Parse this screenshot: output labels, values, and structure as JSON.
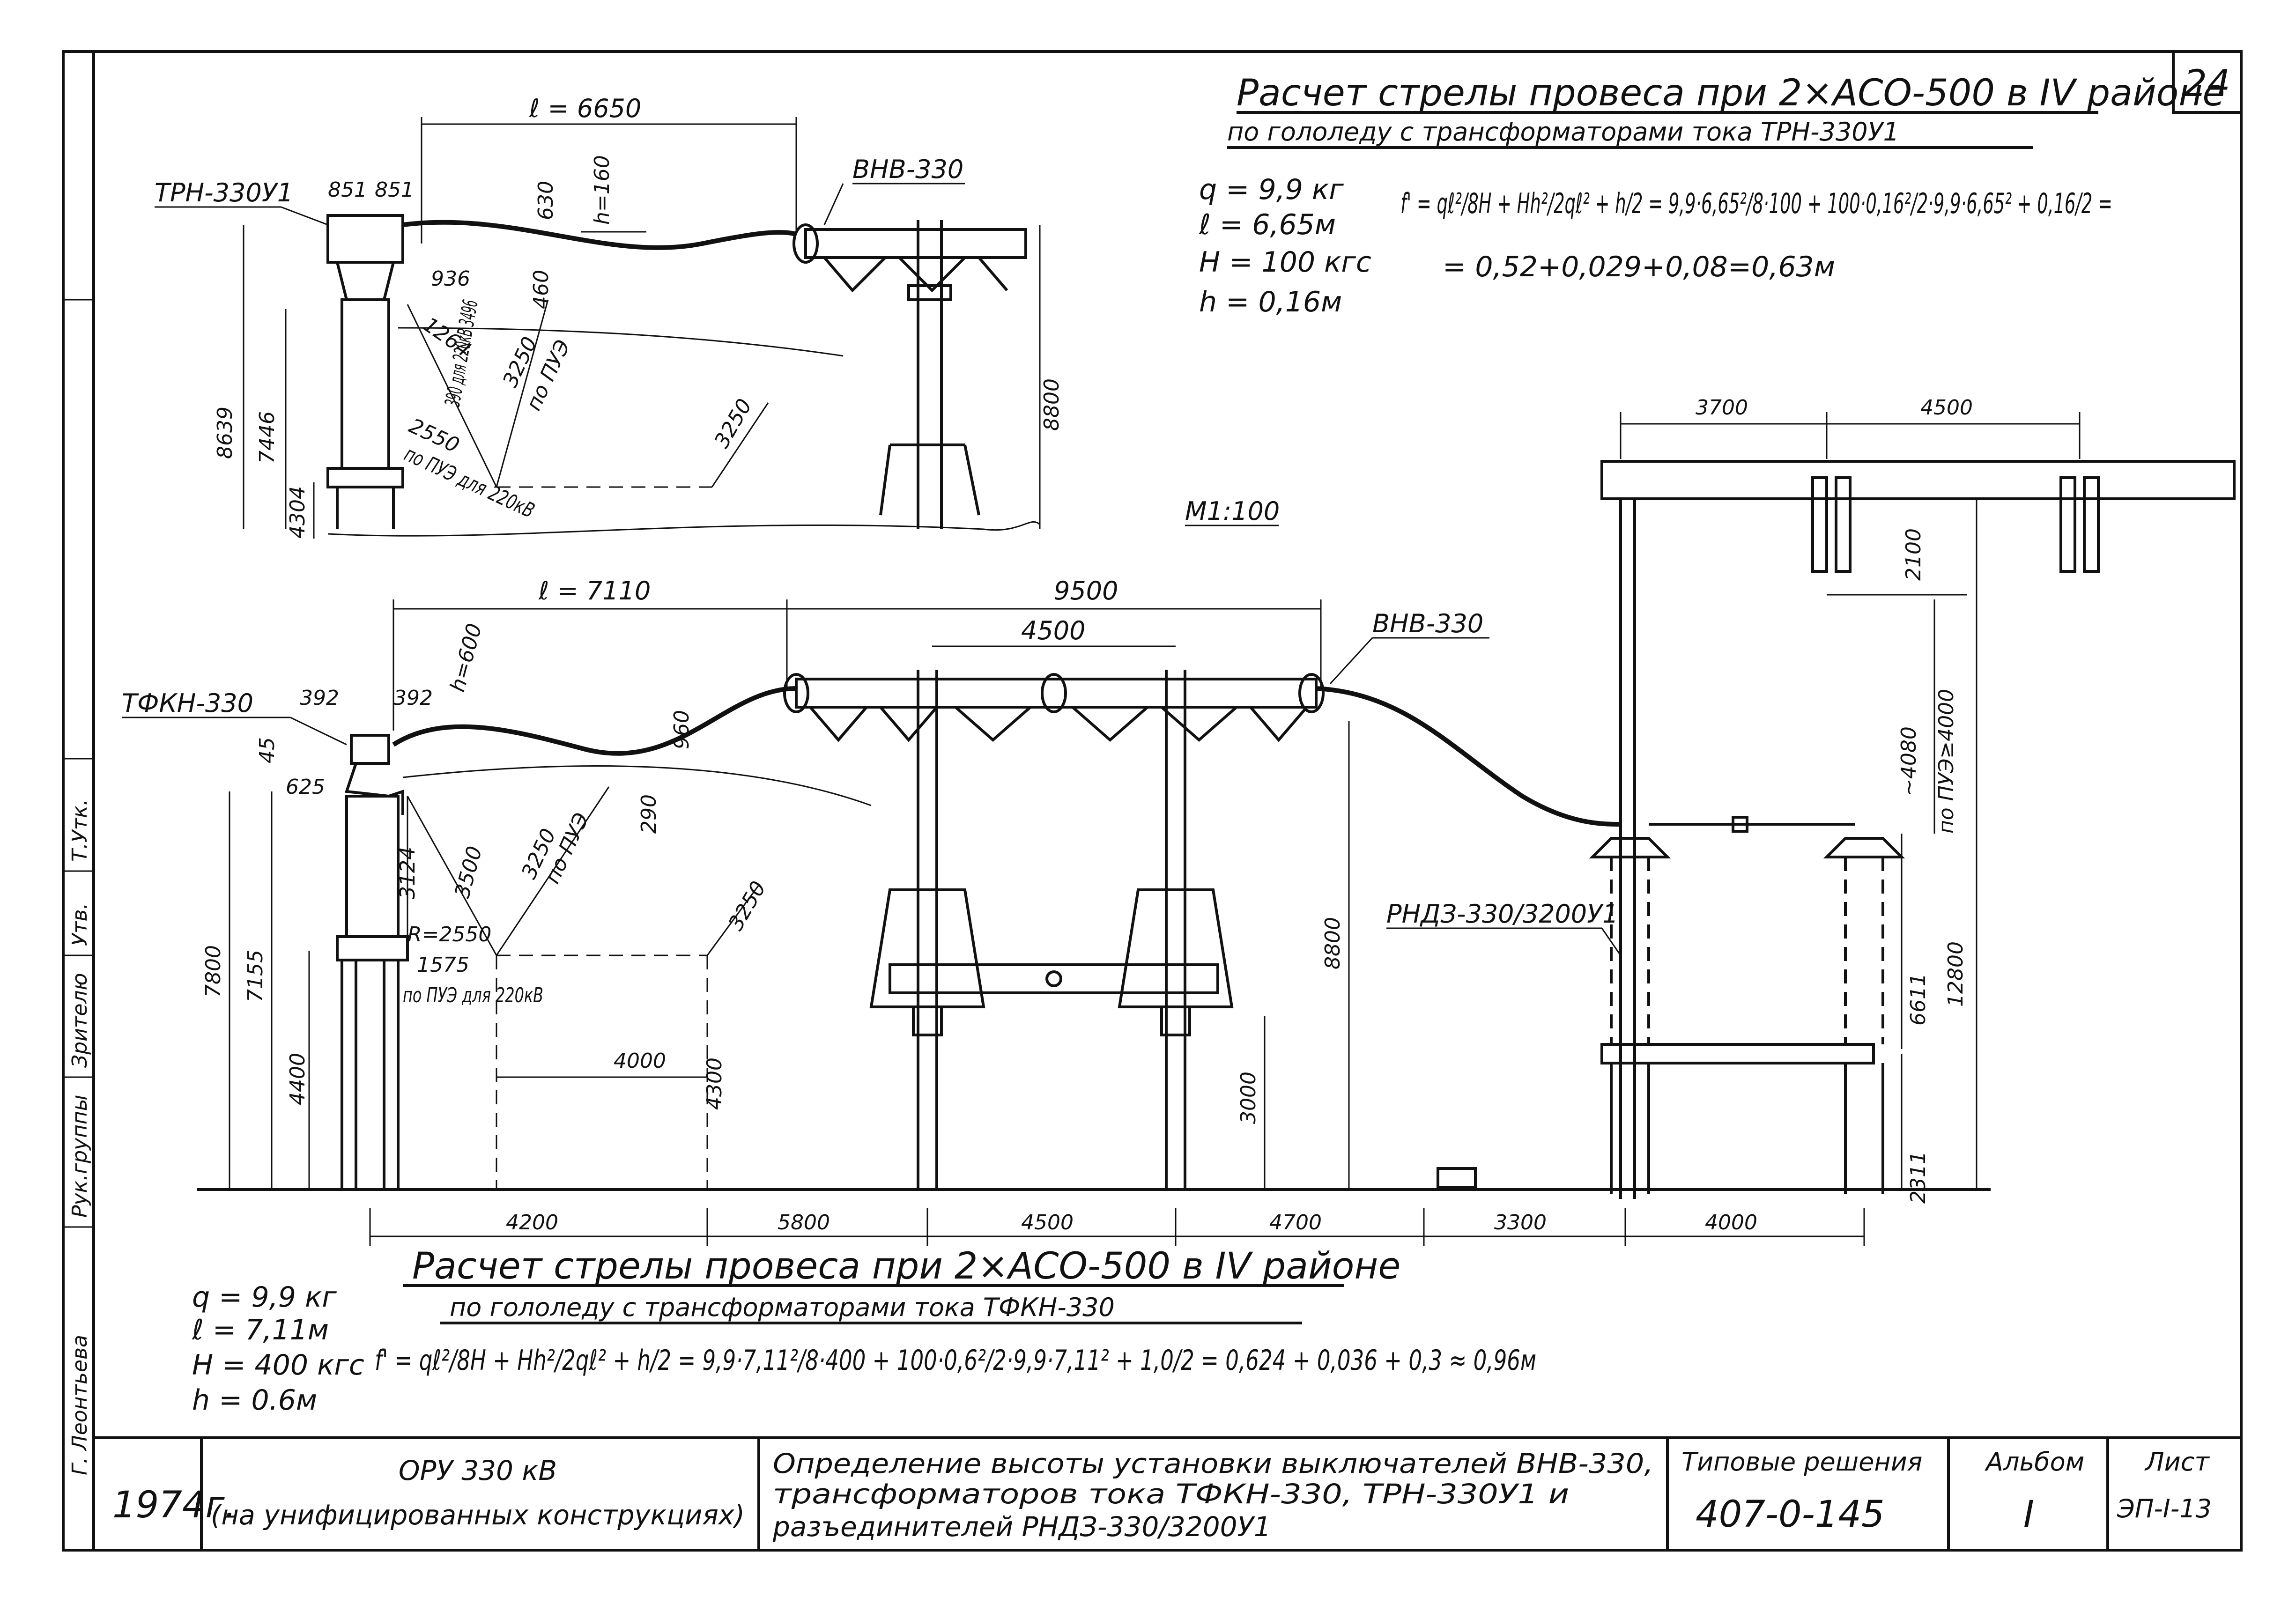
{
  "sheet_number": "24",
  "top_heading": {
    "line1": "Расчет стрелы провеса при 2×АСО-500 в IV районе",
    "line2": "по гололеду с трансформаторами тока ТРН-330У1"
  },
  "top_params": [
    "q = 9,9 кг",
    "ℓ = 6,65м",
    "H = 100 кгс",
    "h = 0,16м"
  ],
  "top_formula": {
    "lhs": "f' = qℓ²/8H + Hh²/2qℓ² + h/2 = 9,9·6,65²/8·100 + 100·0,16²/2·9,9·6,65² + 0,16/2 =",
    "result": "= 0,52+0,029+0,08=0,63м"
  },
  "scale": "М1:100",
  "top_diagram": {
    "span": "ℓ = 6650",
    "label_trn": "ТРН-330У1",
    "label_vnv": "ВНВ-330",
    "dims": [
      "851",
      "851",
      "630",
      "h=160",
      "936",
      "460",
      "1264",
      "3250",
      "по ПУЭ",
      "3250",
      "2550",
      "по ПУЭ для 220кВ",
      "8639",
      "7446",
      "4304",
      "8800"
    ],
    "side_dims": [
      "390 для 220кВ 3496"
    ]
  },
  "right_diagram": {
    "dims": [
      "3700",
      "4500",
      "2100",
      "~4080",
      "по ПУЭ≥4000",
      "12800",
      "6611",
      "2311"
    ],
    "label_rnd": "РНДЗ-330/3200У1"
  },
  "main_diagram": {
    "span": "ℓ = 7110",
    "span2": "9500",
    "span3": "4500",
    "label_tfkn": "ТФКН-330",
    "label_vnv": "ВНВ-330",
    "dims_left": [
      "392",
      "392",
      "45",
      "625",
      "h=600",
      "960",
      "290",
      "3124",
      "3500",
      "3250",
      "по ПУЭ",
      "3250",
      "R=2550",
      "1575",
      "по ПУЭ для 220кВ",
      "7800",
      "7155",
      "4400",
      "4000",
      "4300",
      "8800",
      "3000"
    ],
    "bottom_dims": [
      "4200",
      "5800",
      "4500",
      "4700",
      "3300",
      "4000"
    ]
  },
  "bottom_heading": {
    "line1": "Расчет стрелы провеса при 2×АСО-500 в IV районе",
    "line2": "по гололеду с трансформаторами тока ТФКН-330"
  },
  "bottom_params": [
    "q = 9,9 кг",
    "ℓ = 7,11м",
    "H = 400 кгс",
    "h = 0.6м"
  ],
  "bottom_formula": "f' = qℓ²/8H + Hh²/2qℓ² + h/2 = 9,9·7,11²/8·400 + 100·0,6²/2·9,9·7,11² + 1,0/2 = 0,624 + 0,036 + 0,3 ≈ 0,96м",
  "left_strip": [
    "Г. Леонтьева",
    "Рук.группы",
    "Зрителю",
    "Утв.",
    "Т.Утк."
  ],
  "title_block": {
    "year": "1974г.",
    "object_line1": "ОРУ 330 кВ",
    "object_line2": "(на унифицированных конструкциях)",
    "desc1": "Определение высоты установки выключателей ВНВ-330,",
    "desc2": "трансформаторов тока ТФКН-330, ТРН-330У1 и",
    "desc3": "разъединителей РНДЗ-330/3200У1",
    "solutions_label": "Типовые решения",
    "solutions_code": "407-0-145",
    "album_label": "Альбом",
    "album_value": "I",
    "sheet_label": "Лист",
    "sheet_code": "ЭП-I-13"
  }
}
